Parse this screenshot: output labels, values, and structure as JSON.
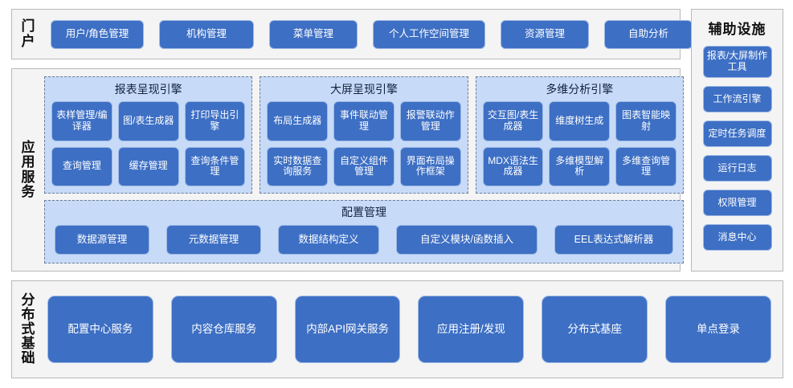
{
  "portal": {
    "label": "门户",
    "items": [
      {
        "name": "user-role-management",
        "label": "用户/角色管理",
        "width": 116
      },
      {
        "name": "organization-management",
        "label": "机构管理",
        "width": 118
      },
      {
        "name": "menu-management",
        "label": "菜单管理",
        "width": 110
      },
      {
        "name": "personal-workspace-management",
        "label": "个人工作空间管理",
        "width": 140
      },
      {
        "name": "resource-management",
        "label": "资源管理",
        "width": 110
      },
      {
        "name": "self-service-analysis",
        "label": "自助分析",
        "width": 110
      }
    ]
  },
  "aux": {
    "title": "辅助设施",
    "items": [
      {
        "name": "report-bigscreen-authoring-tool",
        "label": "报表/大屏制作工具",
        "tall": true
      },
      {
        "name": "workflow-engine",
        "label": "工作流引擎",
        "tall": false
      },
      {
        "name": "scheduled-task-scheduler",
        "label": "定时任务调度",
        "tall": false
      },
      {
        "name": "runtime-log",
        "label": "运行日志",
        "tall": false
      },
      {
        "name": "permission-management",
        "label": "权限管理",
        "tall": false
      },
      {
        "name": "message-center",
        "label": "消息中心",
        "tall": false
      }
    ]
  },
  "application_services": {
    "label": "应用服务",
    "engines": [
      {
        "name": "report-rendering-engine",
        "title": "报表呈现引擎",
        "items": [
          {
            "name": "report-template-management-compiler",
            "label": "表样管理/编译器"
          },
          {
            "name": "chart-table-generator",
            "label": "图/表生成器"
          },
          {
            "name": "print-export-engine",
            "label": "打印导出引擎"
          },
          {
            "name": "query-management",
            "label": "查询管理"
          },
          {
            "name": "cache-management",
            "label": "缓存管理"
          },
          {
            "name": "query-condition-management",
            "label": "查询条件管理"
          }
        ]
      },
      {
        "name": "bigscreen-rendering-engine",
        "title": "大屏呈现引擎",
        "items": [
          {
            "name": "layout-generator",
            "label": "布局生成器"
          },
          {
            "name": "event-linkage-management",
            "label": "事件联动管理"
          },
          {
            "name": "alarm-linkage-action-management",
            "label": "报警联动作管理"
          },
          {
            "name": "realtime-data-query-service",
            "label": "实时数据查询服务"
          },
          {
            "name": "custom-component-management",
            "label": "自定义组件管理"
          },
          {
            "name": "ui-layout-operation-framework",
            "label": "界面布局操作框架"
          }
        ]
      },
      {
        "name": "multidimensional-analysis-engine",
        "title": "多维分析引擎",
        "items": [
          {
            "name": "interactive-chart-table-generator",
            "label": "交互图/表生成器"
          },
          {
            "name": "dimension-tree-generation",
            "label": "维度树生成"
          },
          {
            "name": "chart-intelligent-mapping",
            "label": "图表智能映射"
          },
          {
            "name": "mdx-syntax-generator",
            "label": "MDX语法生成器"
          },
          {
            "name": "multidimensional-model-parsing",
            "label": "多维模型解析"
          },
          {
            "name": "multidimensional-query-management",
            "label": "多维查询管理"
          }
        ]
      }
    ],
    "config": {
      "name": "configuration-management",
      "title": "配置管理",
      "items": [
        {
          "name": "datasource-management",
          "label": "数据源管理",
          "width": 118
        },
        {
          "name": "metadata-management",
          "label": "元数据管理",
          "width": 118
        },
        {
          "name": "data-structure-definition",
          "label": "数据结构定义",
          "width": 126
        },
        {
          "name": "custom-module-function-insert",
          "label": "自定义模块/函数插入",
          "width": 176
        },
        {
          "name": "eel-expression-parser",
          "label": "EEL表达式解析器",
          "width": 148
        }
      ]
    }
  },
  "distributed_base": {
    "label": "分布式基础",
    "items": [
      {
        "name": "config-center-service",
        "label": "配置中心服务"
      },
      {
        "name": "content-repository-service",
        "label": "内容仓库服务"
      },
      {
        "name": "internal-api-gateway-service",
        "label": "内部API网关服务"
      },
      {
        "name": "app-registration-discovery",
        "label": "应用注册/发现"
      },
      {
        "name": "distributed-foundation",
        "label": "分布式基座"
      },
      {
        "name": "single-sign-on",
        "label": "单点登录"
      }
    ]
  },
  "colors": {
    "button_blue": "#3d6fc4",
    "panel_blue": "#c7dbf8",
    "frame_grey": "#f4f4f4",
    "frame_border": "#b9b9b9",
    "dashed_border": "#6d7d93"
  }
}
